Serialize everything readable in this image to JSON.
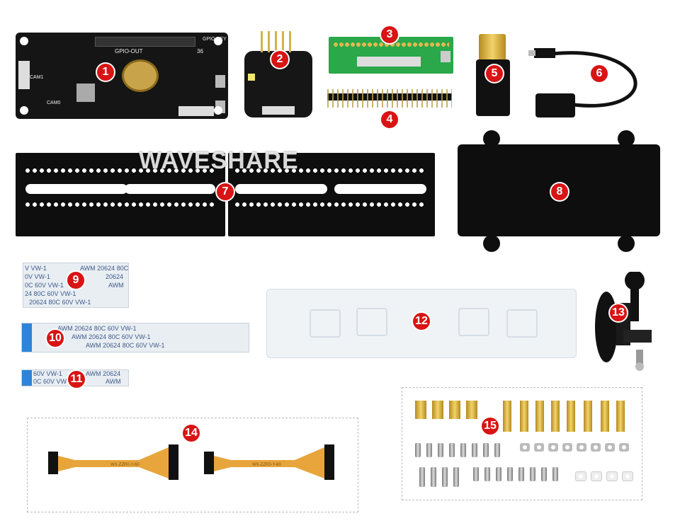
{
  "watermark": "WAVESHARE",
  "badges": [
    "1",
    "2",
    "3",
    "4",
    "5",
    "6",
    "7",
    "8",
    "9",
    "10",
    "11",
    "12",
    "13",
    "14",
    "15"
  ],
  "board1": {
    "silk_top": "GPIO-OUT",
    "silk_right": "GPIO-KEY",
    "cam_left": "CAM1",
    "cam_bottom": "CAM0",
    "pin_label": "36"
  },
  "ribbon_9": [
    "V VW-1",
    "AWM 20624 80C",
    "0V VW-1",
    "20624",
    "0C 60V VW-1",
    "AWM",
    "24 80C 60V VW-1",
    "20624 80C 60V VW-1"
  ],
  "ribbon_10": [
    "AWM 20624 80C 60V VW-1",
    "AWM 20624 80C 60V VW-1",
    "AWM 20624 80C 60V VW-1"
  ],
  "ribbon_11": [
    "60V VW-1",
    "AWM 20624",
    "0C 60V VW-1",
    "AWM"
  ],
  "adapter_label": "WX-ZZR0-Y-60",
  "colors": {
    "badge": "#d81414",
    "board": "#111111",
    "ribbon_tip": "#2e84d8",
    "green_pcb": "#2aa84a",
    "flex": "#e8a53b"
  }
}
